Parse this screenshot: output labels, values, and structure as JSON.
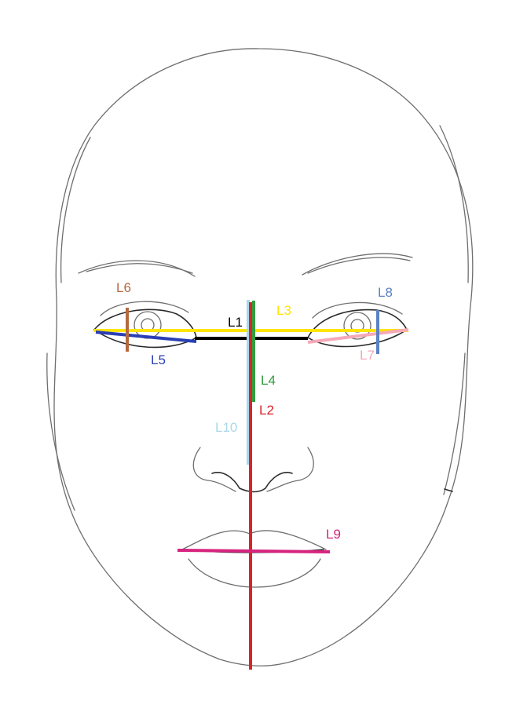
{
  "measurements": [
    {
      "id": "L1",
      "label": "L1",
      "color": "#000000"
    },
    {
      "id": "L2",
      "label": "L2",
      "color": "#d9232a"
    },
    {
      "id": "L3",
      "label": "L3",
      "color": "#ffe500"
    },
    {
      "id": "L4",
      "label": "L4",
      "color": "#2e9e3e"
    },
    {
      "id": "L5",
      "label": "L5",
      "color": "#2a3fb5"
    },
    {
      "id": "L6",
      "label": "L6",
      "color": "#b56a3e"
    },
    {
      "id": "L7",
      "label": "L7",
      "color": "#f5a9b8"
    },
    {
      "id": "L8",
      "label": "L8",
      "color": "#5b82c2"
    },
    {
      "id": "L9",
      "label": "L9",
      "color": "#d6247f"
    },
    {
      "id": "L10",
      "label": "L10",
      "color": "#a9d8ea"
    }
  ]
}
